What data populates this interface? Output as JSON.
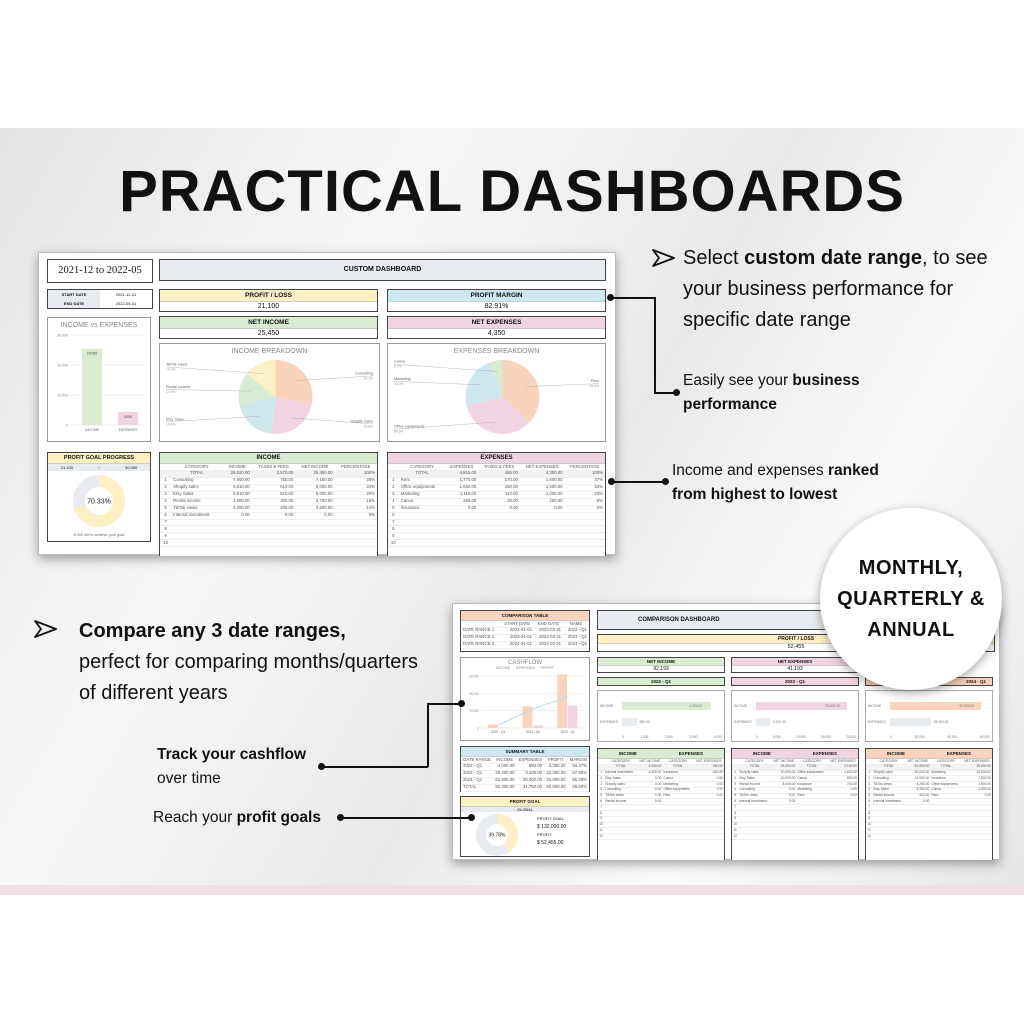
{
  "headline": "PRACTICAL DASHBOARDS",
  "colors": {
    "yellow": "#fdf0c4",
    "blue": "#cfe7ef",
    "green": "#d9ecd2",
    "pink": "#f2d3e2",
    "orange": "#f9d3bb",
    "gray": "#e8ebef"
  },
  "callouts": {
    "custom_range": {
      "pre": "Select ",
      "bold": "custom date range",
      "post": ", to see your business performance for specific date range"
    },
    "performance": {
      "pre": "Easily see your ",
      "bold": "business performance"
    },
    "ranked": {
      "pre": "Income and expenses ",
      "bold": "ranked from highest to lowest"
    },
    "compare": {
      "bold": "Compare any 3 date ranges,",
      "post": "perfect for comparing months/quarters of different years"
    },
    "cashflow": {
      "bold": "Track your cashflow",
      "post": "over time"
    },
    "goals": {
      "pre": "Reach your ",
      "bold": "profit goals"
    },
    "badge": "MONTHLY, QUARTERLY & ANNUAL"
  },
  "dash1": {
    "range_title": "2021-12 to 2022-05",
    "start_label": "START DATE",
    "start_value": "2021-12-01",
    "end_label": "END DATE",
    "end_value": "2022-05-31",
    "header": "CUSTOM DASHBOARD",
    "profit_loss": {
      "label": "PROFIT / LOSS",
      "value": "21,100"
    },
    "profit_margin": {
      "label": "PROFIT MARGIN",
      "value": "82.91%"
    },
    "net_income": {
      "label": "NET INCOME",
      "value": "25,450"
    },
    "net_expenses": {
      "label": "NET EXPENSES",
      "value": "4,350"
    },
    "ive": {
      "title": "INCOME vs EXPENSES",
      "ticks": [
        "30,000",
        "20,000",
        "10,000",
        "0"
      ],
      "ymax": 30000,
      "categories": [
        "INCOME",
        "EXPENSES"
      ],
      "values": [
        25450,
        4350
      ]
    },
    "income_pie": {
      "title": "INCOME BREAKDOWN",
      "slices": [
        {
          "label": "Consulting",
          "pct": "28.1%",
          "v": 28.1,
          "c": "#f9d3bb"
        },
        {
          "label": "Shopify sales",
          "pct": "23.6%",
          "v": 23.6,
          "c": "#f2d3e2"
        },
        {
          "label": "Etsy Sales",
          "pct": "19.6%",
          "v": 19.6,
          "c": "#cfe7ef"
        },
        {
          "label": "Rental income",
          "pct": "14.5%",
          "v": 14.5,
          "c": "#d9ecd2"
        },
        {
          "label": "TikTok views",
          "pct": "14.1%",
          "v": 14.1,
          "c": "#fdf0c4"
        }
      ]
    },
    "expenses_pie": {
      "title": "EXPENSES BREAKDOWN",
      "slices": [
        {
          "label": "Rent",
          "pct": "36.8%",
          "v": 36.8,
          "c": "#f9d3bb"
        },
        {
          "label": "Office equipments",
          "pct": "34.5%",
          "v": 34.5,
          "c": "#f2d3e2"
        },
        {
          "label": "Marketing",
          "pct": "23.0%",
          "v": 23.0,
          "c": "#cfe7ef"
        },
        {
          "label": "Canva",
          "pct": "5.7%",
          "v": 5.7,
          "c": "#d9ecd2"
        }
      ]
    },
    "goal": {
      "title": "PROFIT GOAL PROGRESS",
      "current": "21,100",
      "sep": "/",
      "target": "30,000",
      "pct": "70.33%",
      "fraction": 0.7033,
      "note": "8,900 left to achieve your goal"
    },
    "income_table": {
      "title": "INCOME",
      "columns": [
        "CATEGORY",
        "INCOME",
        "TAXES & FEES",
        "NET INCOME",
        "PERCENTAGE"
      ],
      "total": [
        "TOTAL",
        "28,020.00",
        "2,570.00",
        "25,450.00",
        "100%"
      ],
      "rows": [
        [
          "Consulting",
          "7,900.00",
          "750.00",
          "7,150.00",
          "28%"
        ],
        [
          "Shopify sales",
          "6,610.00",
          "610.00",
          "6,000.00",
          "24%"
        ],
        [
          "Etsy Sales",
          "5,510.00",
          "510.00",
          "5,000.00",
          "20%"
        ],
        [
          "Rental income",
          "4,000.00",
          "300.00",
          "3,700.00",
          "15%"
        ],
        [
          "TikTok views",
          "4,000.00",
          "400.00",
          "3,600.00",
          "14%"
        ],
        [
          "Internal investment",
          "0.00",
          "0.00",
          "0.00",
          "0%"
        ]
      ]
    },
    "expenses_table": {
      "title": "EXPENSES",
      "columns": [
        "CATEGORY",
        "EXPENSES",
        "TAXES & FEES",
        "NET EXPENSES",
        "PERCENTAGE"
      ],
      "total": [
        "TOTAL",
        "4,815.00",
        "465.00",
        "4,350.00",
        "100%"
      ],
      "rows": [
        [
          "Rent",
          "1,770.00",
          "170.00",
          "1,600.00",
          "37%"
        ],
        [
          "Office equipments",
          "1,650.00",
          "150.00",
          "1,500.00",
          "34%"
        ],
        [
          "Marketing",
          "1,110.00",
          "110.00",
          "1,000.00",
          "23%"
        ],
        [
          "Canva",
          "285.00",
          "35.00",
          "250.00",
          "6%"
        ],
        [
          "Insurance",
          "0.00",
          "0.00",
          "0.00",
          "0%"
        ]
      ]
    }
  },
  "dash2": {
    "comparison": {
      "title": "COMPARISON TABLE",
      "columns": [
        "",
        "START DATE",
        "END DATE",
        "NAME"
      ],
      "rows": [
        [
          "DATE RANGE 1",
          "2022-01-01",
          "2022-03-31",
          "2022 - Q1"
        ],
        [
          "DATE RANGE 2",
          "2023-01-01",
          "2023-03-31",
          "2023 - Q1"
        ],
        [
          "DATE RANGE 3",
          "2024-01-01",
          "2024-03-31",
          "2024 - Q1"
        ]
      ]
    },
    "header": "COMPARISON DASHBOARD",
    "profit_loss": {
      "label": "PROFIT / LOSS",
      "value": "52,455"
    },
    "net_income": {
      "label": "NET INCOME",
      "value": "92,193"
    },
    "net_expenses": {
      "label": "NET EXPENSES",
      "value": "41,193"
    },
    "periods": [
      "2022 - Q1",
      "2023 - Q1",
      "2024 - Q1"
    ],
    "cashflow": {
      "title": "CASHFLOW",
      "legend": [
        "INCOME",
        "EXPENSES",
        "PROFIT"
      ],
      "ticks": [
        "60,000",
        "40,000",
        "20,000",
        "0"
      ],
      "ymax": 60000,
      "categories": [
        "2022 - Q1",
        "2023 - Q1",
        "2024 - Q1"
      ],
      "income": [
        4000,
        25000,
        62000
      ],
      "expenses": [
        650,
        3000,
        26000
      ],
      "profit": [
        3350,
        22000,
        36000
      ]
    },
    "bars": [
      {
        "income": "4,000.00",
        "expenses": "650.00",
        "ticks": [
          "0",
          "1,000",
          "2,000",
          "3,000",
          "4,000"
        ]
      },
      {
        "income": "20,400.00",
        "expenses": "3,100.00",
        "ticks": [
          "0",
          "5,000",
          "10,000",
          "15,000",
          "20,000"
        ]
      },
      {
        "income": "62,900.00",
        "expenses": "28,000.00",
        "ticks": [
          "0",
          "20,000",
          "40,000",
          "60,000"
        ]
      }
    ],
    "bar_labels": [
      "INCOME",
      "EXPENSES"
    ],
    "summary": {
      "title": "SUMMARY TABLE",
      "columns": [
        "DATE RANGE",
        "INCOME",
        "EXPENSES",
        "PROFIT",
        "MARGIN"
      ],
      "rows": [
        [
          "2022 - Q1",
          "4,000.00",
          "650.00",
          "3,350.00",
          "83.47%"
        ],
        [
          "2023 - Q1",
          "25,400.00",
          "3,100.00",
          "22,300.00",
          "87.80%"
        ],
        [
          "2024 - Q1",
          "62,900.00",
          "28,000.00",
          "34,900.00",
          "55.48%"
        ],
        [
          "TOTAL",
          "92,300.00",
          "31,750.00",
          "60,550.00",
          "65.60%"
        ]
      ]
    },
    "goal": {
      "title": "PROFIT GOAL",
      "scope": "GLOBAL",
      "pct": "39.78%",
      "fraction": 0.3978,
      "goal_label": "PROFIT GOAL",
      "goal_value": "$ 132,000.00",
      "profit_label": "PROFIT",
      "profit_value": "$ 52,455.00"
    },
    "tables": [
      {
        "inc": [
          [
            "Internal investment",
            "4,000.00"
          ],
          [
            "Etsy Sales",
            "0.00"
          ],
          [
            "Shopify sales",
            "0.00"
          ],
          [
            "Consulting",
            "0.00"
          ],
          [
            "TikTok views",
            "0.00"
          ],
          [
            "Rental income",
            "0.00"
          ]
        ],
        "inc_total": "4,000.00",
        "exp": [
          [
            "Insurance",
            "650.00"
          ],
          [
            "Canva",
            "0.00"
          ],
          [
            "Marketing",
            "0.00"
          ],
          [
            "Office equipments",
            "0.00"
          ],
          [
            "Rent",
            "0.00"
          ]
        ],
        "exp_total": "650.00"
      },
      {
        "inc": [
          [
            "Shopify sales",
            "10,000.00"
          ],
          [
            "Etsy Sales",
            "10,000.00"
          ],
          [
            "Rental income",
            "5,400.00"
          ],
          [
            "Consulting",
            "0.00"
          ],
          [
            "TikTok views",
            "0.00"
          ],
          [
            "Internal investment",
            "0.00"
          ]
        ],
        "inc_total": "25,400.00",
        "exp": [
          [
            "Office equipments",
            "1,600.00"
          ],
          [
            "Canva",
            "800.00"
          ],
          [
            "Insurance",
            "700.00"
          ],
          [
            "Marketing",
            "0.00"
          ],
          [
            "Rent",
            "0.00"
          ]
        ],
        "exp_total": "3,100.00"
      },
      {
        "inc": [
          [
            "Shopify sales",
            "30,000.00"
          ],
          [
            "Consulting",
            "24,000.00"
          ],
          [
            "TikTok views",
            "4,250.00"
          ],
          [
            "Etsy Sales",
            "4,250.00"
          ],
          [
            "Rental income",
            "400.00"
          ],
          [
            "Internal investment",
            "0.00"
          ]
        ],
        "inc_total": "62,900.00",
        "exp": [
          [
            "Marketing",
            "19,500.00"
          ],
          [
            "Insurance",
            "7,500.00"
          ],
          [
            "Office equipments",
            "1,500.00"
          ],
          [
            "Canva",
            "1,500.00"
          ],
          [
            "Rent",
            "0.00"
          ]
        ],
        "exp_total": "28,000.00"
      }
    ],
    "table_labels": {
      "income": "INCOME",
      "expenses": "EXPENSES",
      "category": "CATEGORY",
      "net_income": "NET INCOME",
      "net_expenses": "NET EXPENSES",
      "total": "TOTAL"
    }
  }
}
